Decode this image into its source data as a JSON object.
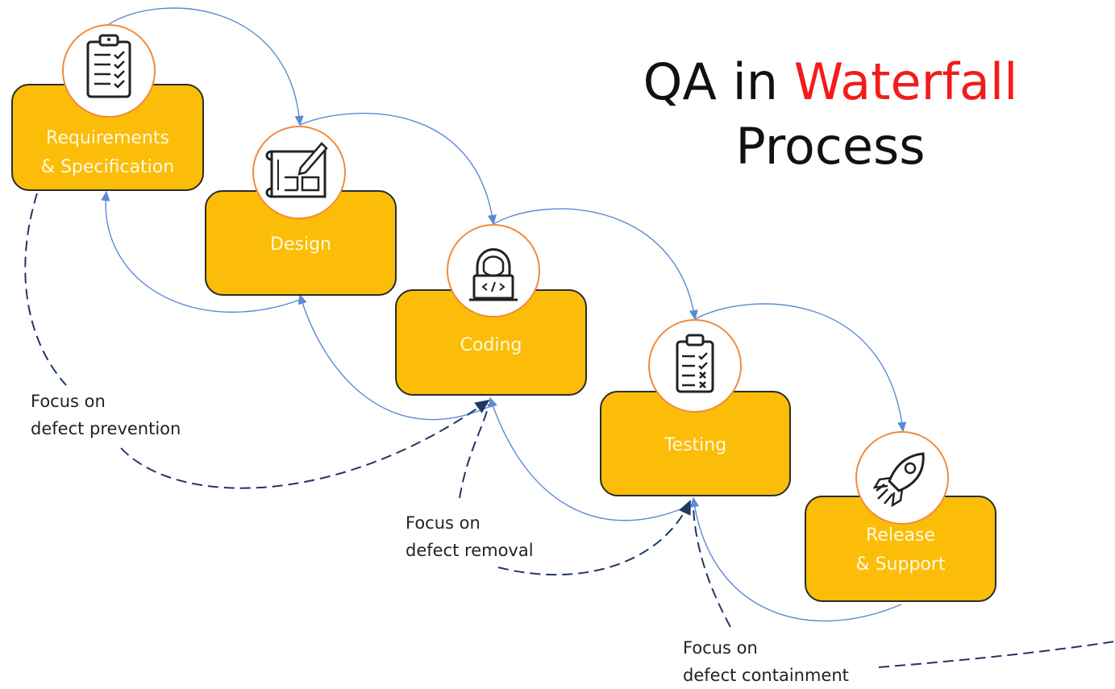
{
  "title": {
    "part1": "QA in ",
    "accent": "Waterfall",
    "part2": "Process"
  },
  "colors": {
    "stage_fill": "#fbbd08",
    "icon_border": "#f08a3c",
    "flow_arrow": "#5b8ad6",
    "focus_dash": "#1f3864",
    "accent": "#f21c1c"
  },
  "stages": [
    {
      "line1": "Requirements",
      "line2": "& Specification",
      "icon": "clipboard-checklist-icon"
    },
    {
      "line1": "Design",
      "line2": "",
      "icon": "blueprint-pencil-icon"
    },
    {
      "line1": "Coding",
      "line2": "",
      "icon": "developer-laptop-icon"
    },
    {
      "line1": "Testing",
      "line2": "",
      "icon": "test-checklist-icon"
    },
    {
      "line1": "Release",
      "line2": "& Support",
      "icon": "rocket-icon"
    }
  ],
  "focus_notes": [
    {
      "line1": "Focus on",
      "line2": "defect prevention"
    },
    {
      "line1": "Focus on",
      "line2": "defect removal"
    },
    {
      "line1": "Focus on",
      "line2": "defect containment"
    }
  ]
}
